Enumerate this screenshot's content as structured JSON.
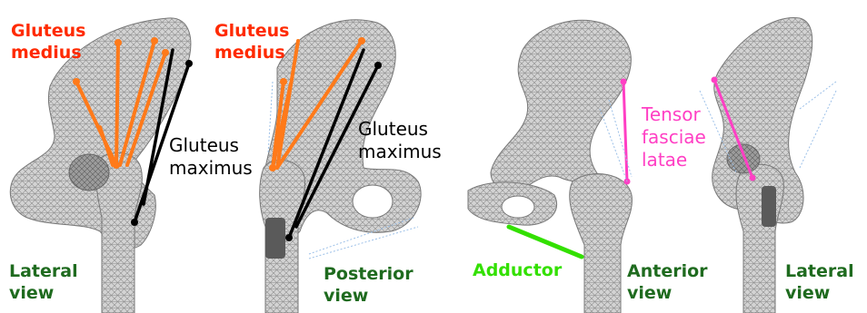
{
  "labels": {
    "gluteus_medius_1": [
      "Gluteus",
      "medius"
    ],
    "gluteus_maximus_1": [
      "Gluteus",
      "maximus"
    ],
    "lateral_view_1": [
      "Lateral",
      "view"
    ],
    "gluteus_medius_2": [
      "Gluteus",
      "medius"
    ],
    "gluteus_maximus_2": [
      "Gluteus",
      "maximus"
    ],
    "posterior_view": [
      "Posterior",
      "view"
    ],
    "adductor": "Adductor",
    "anterior_view": [
      "Anterior",
      "view"
    ],
    "tensor_fasciae_latae": [
      "Tensor",
      "fasciae",
      "latae"
    ],
    "lateral_view_2": [
      "Lateral",
      "view"
    ]
  },
  "colors": {
    "gluteus_medius": "#ff7a1a",
    "gluteus_maximus": "#000000",
    "tensor_fasciae_latae": "#ff3fc4",
    "adductor": "#33e000",
    "bone": "#c9c9c9",
    "mesh": "#8a8a8a"
  }
}
